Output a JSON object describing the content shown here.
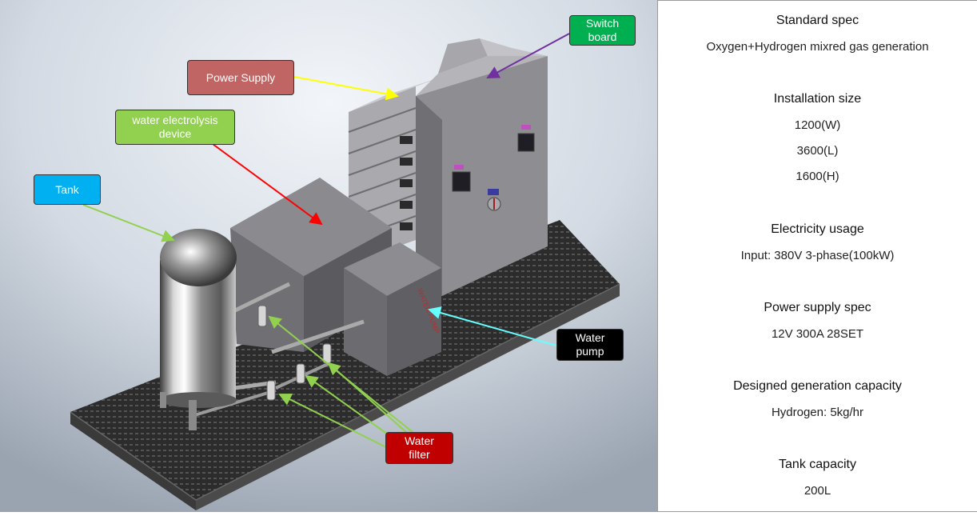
{
  "diagram": {
    "callouts": {
      "switch_board": "Switch\nboard",
      "power_supply": "Power Supply",
      "water_electrolysis_device": "water electrolysis\ndevice",
      "tank": "Tank",
      "water_pump": "Water\npump",
      "water_filter": "Water\nfilter"
    },
    "markings": {
      "pump_text": "WATER PUMP"
    },
    "colors": {
      "switch_board": "#00b050",
      "power_supply": "#c06464",
      "water_electrolysis_device": "#92d050",
      "tank": "#00b0f0",
      "water_pump": "#000000",
      "water_filter": "#c00000",
      "arrow_switch_board": "#7030a0",
      "arrow_power_supply": "#ffff00",
      "arrow_electrolysis": "#ff0000",
      "arrow_tank": "#92d050",
      "arrow_pump": "#66ffff",
      "arrow_filter": "#92d050"
    }
  },
  "specs": [
    {
      "heading": "Standard spec",
      "values": [
        "Oxygen+Hydrogen mixred gas generation"
      ]
    },
    {
      "heading": "Installation size",
      "values": [
        "1200(W)",
        "3600(L)",
        "1600(H)"
      ]
    },
    {
      "heading": "Electricity usage",
      "values": [
        "Input: 380V 3-phase(100kW)"
      ]
    },
    {
      "heading": "Power supply spec",
      "values": [
        "12V 300A 28SET"
      ]
    },
    {
      "heading": "Designed generation capacity",
      "values": [
        "Hydrogen: 5kg/hr"
      ]
    },
    {
      "heading": "Tank capacity",
      "values": [
        "200L"
      ]
    }
  ]
}
